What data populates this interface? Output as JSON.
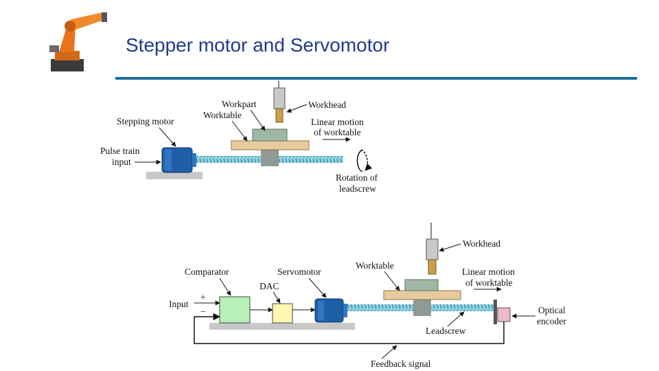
{
  "slide": {
    "title": "Stepper motor and Servomotor"
  },
  "logo": {
    "icon": "robot-arm-icon",
    "color": "#e8731c"
  },
  "colors": {
    "title": "#1f3a8a",
    "rule": "#1f6ea0",
    "motor": "#1f5fa8",
    "workhead": "#c9c9c9",
    "tool": "#c9a04a",
    "table": "#e6cc9c",
    "workpart": "#9fb8a6",
    "screw": "#8fd3e6",
    "comparator": "#b8f0b8",
    "dac": "#fff6b0",
    "encoder": "#f0b8c8"
  },
  "stepper_diagram": {
    "labels": {
      "workpart": "Workpart",
      "worktable": "Worktable",
      "workhead": "Workhead",
      "stepping_motor": "Stepping motor",
      "linear_motion_1": "Linear motion",
      "linear_motion_2": "of worktable",
      "pulse_train_1": "Pulse train",
      "pulse_train_2": "input",
      "rotation_1": "Rotation of",
      "rotation_2": "leadscrew"
    }
  },
  "servo_diagram": {
    "labels": {
      "workhead": "Workhead",
      "worktable": "Worktable",
      "comparator": "Comparator",
      "servomotor": "Servomotor",
      "dac": "DAC",
      "linear_motion_1": "Linear motion",
      "linear_motion_2": "of worktable",
      "input": "Input",
      "plus": "+",
      "minus": "−",
      "optical_1": "Optical",
      "optical_2": "encoder",
      "leadscrew": "Leadscrew",
      "feedback": "Feedback signal"
    }
  }
}
